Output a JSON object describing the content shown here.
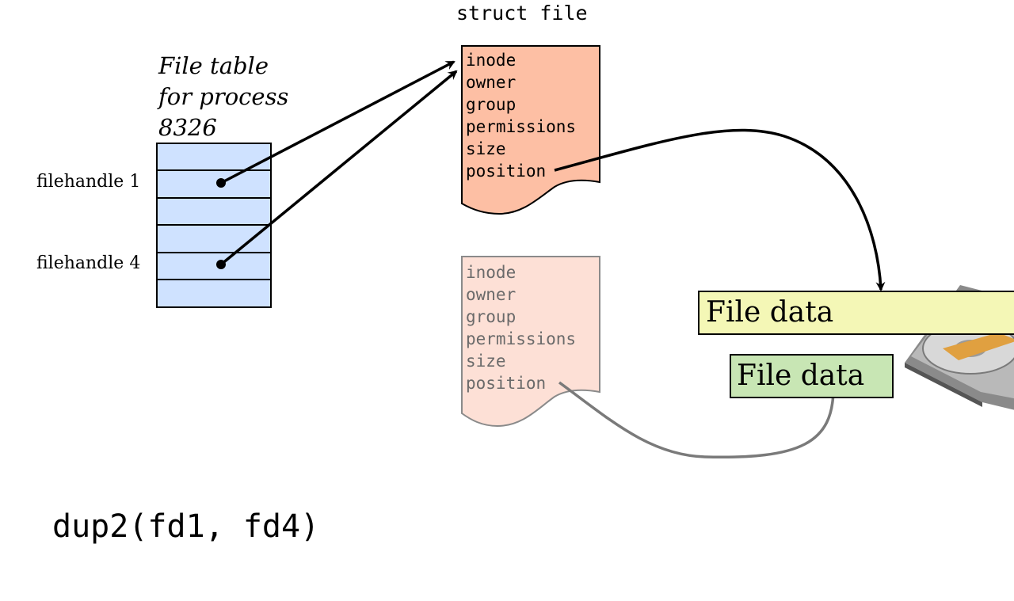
{
  "title": "struct file",
  "file_table": {
    "caption_lines": [
      "File table",
      "for process",
      "8326"
    ],
    "handle_labels": [
      "filehandle 1",
      "filehandle 4"
    ]
  },
  "struct_files": [
    {
      "fields": [
        "inode",
        "owner",
        "group",
        "permissions",
        "size",
        "position"
      ]
    },
    {
      "fields": [
        "inode",
        "owner",
        "group",
        "permissions",
        "size",
        "position"
      ]
    }
  ],
  "data_boxes": [
    "File data",
    "File data"
  ],
  "code": "dup2(fd1, fd4)",
  "colors": {
    "table_fill": "#cfe2ff",
    "struct_active": "#fdbfa4",
    "struct_faded": "#fde0d6",
    "data_yellow": "#f4f7b6",
    "data_green": "#c8e6b4"
  }
}
